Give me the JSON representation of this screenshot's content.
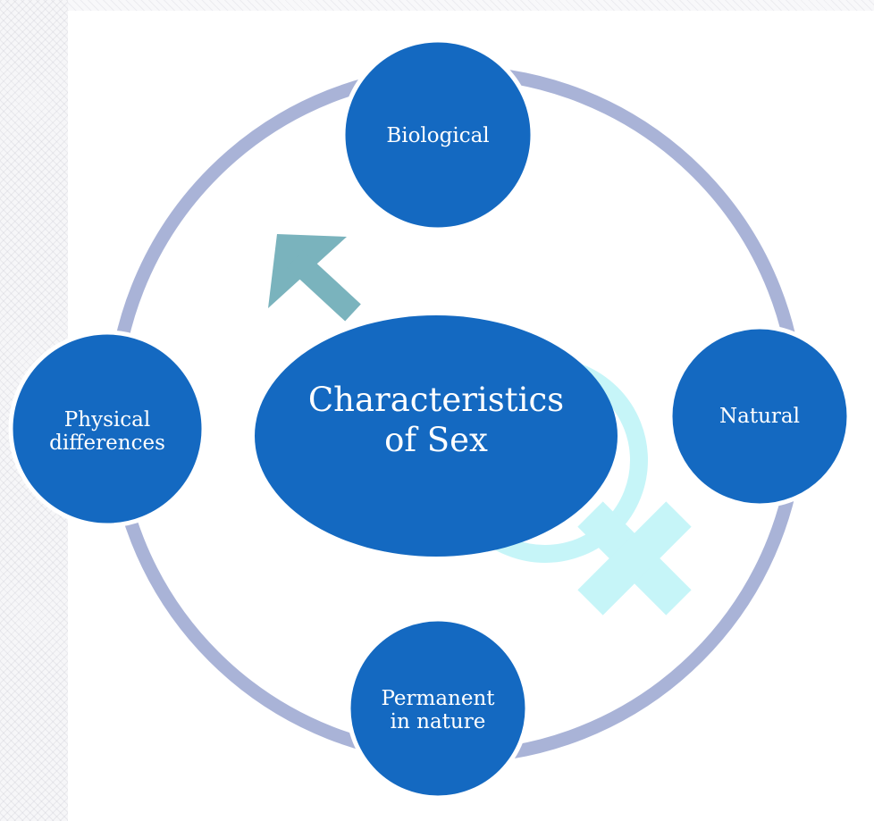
{
  "diagram": {
    "center": {
      "text_line1": "Characteristics",
      "text_line2": "of Sex"
    },
    "nodes": {
      "top": "Biological",
      "right": "Natural",
      "bottom_line1": "Permanent",
      "bottom_line2": "in nature",
      "left_line1": "Physical",
      "left_line2": "differences"
    },
    "colors": {
      "node_fill": "#1469c1",
      "node_stroke": "#ffffff",
      "ring": "#a9b3d7",
      "male_symbol": "#7ab3bd",
      "female_symbol": "#c6f5f8",
      "text": "#ffffff"
    },
    "decorations": [
      "male-symbol-icon",
      "female-symbol-icon"
    ]
  }
}
